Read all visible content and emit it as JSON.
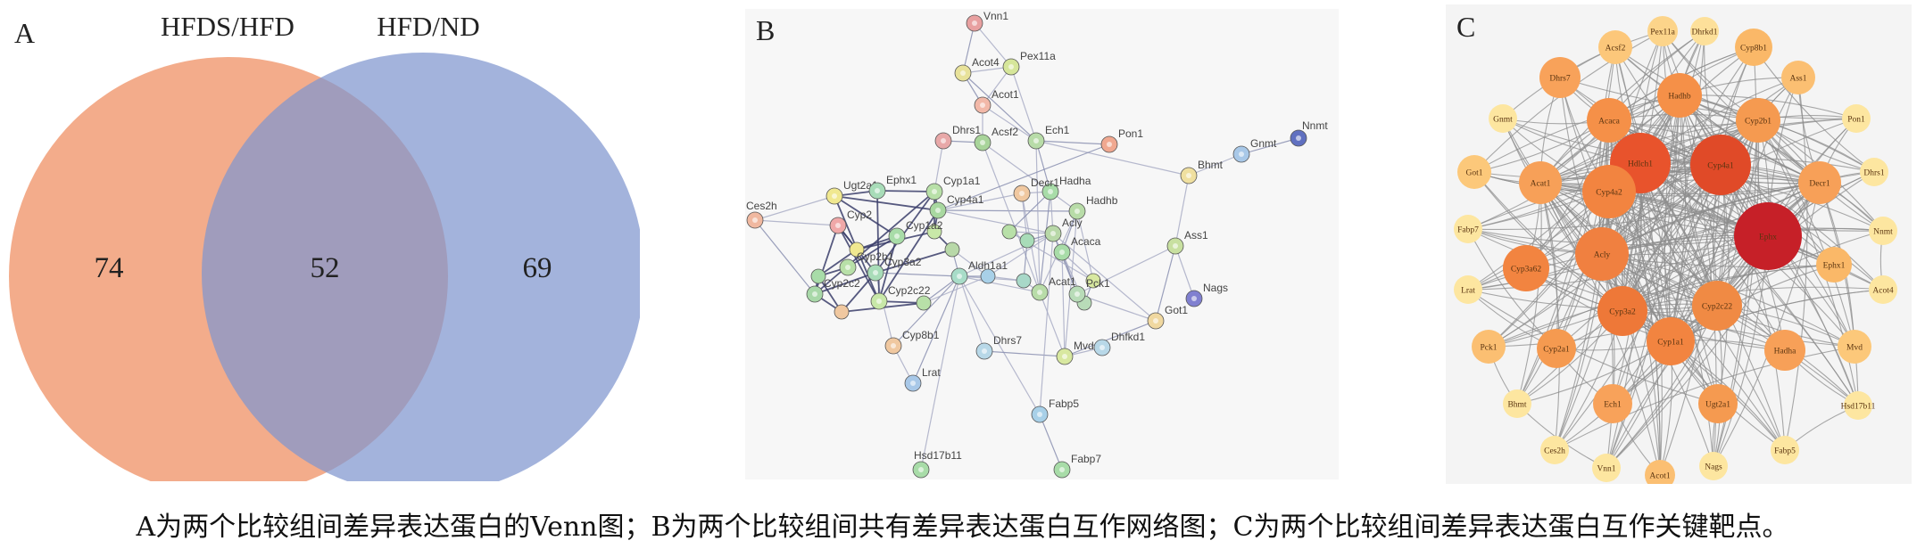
{
  "caption": "A为两个比较组间差异表达蛋白的Venn图；B为两个比较组间共有差异表达蛋白互作网络图；C为两个比较组间差异表达蛋白互作关键靶点。",
  "panel_a": {
    "letter": "A",
    "sets": [
      {
        "name": "HFDS/HFD",
        "color": "#f09a72"
      },
      {
        "name": "HFD/ND",
        "color": "#8096cf"
      }
    ],
    "counts": {
      "left_only": "74",
      "overlap": "52",
      "right_only": "69"
    }
  },
  "panel_b": {
    "letter": "B",
    "nodes": [
      {
        "id": "Vnn1",
        "color": "#e8a0a0"
      },
      {
        "id": "Acot4",
        "color": "#e8e29a"
      },
      {
        "id": "Pex11a",
        "color": "#d6e69a"
      },
      {
        "id": "Acot1",
        "color": "#f2b8a8"
      },
      {
        "id": "Nnmt",
        "color": "#6070c0"
      },
      {
        "id": "Dhrs1",
        "color": "#e8a8a8"
      },
      {
        "id": "Acsf2",
        "color": "#a8d49a"
      },
      {
        "id": "Ech1",
        "color": "#b8dca8"
      },
      {
        "id": "Pon1",
        "color": "#f0a890"
      },
      {
        "id": "Gnmt",
        "color": "#a8c8e8"
      },
      {
        "id": "Bhmt",
        "color": "#f0e0a0"
      },
      {
        "id": "Ces2h",
        "color": "#f0b8a0"
      },
      {
        "id": "Ugt2a1",
        "color": "#f0e890"
      },
      {
        "id": "Ephx1",
        "color": "#a8dcb8"
      },
      {
        "id": "Cyp1a1",
        "color": "#b8e0a8"
      },
      {
        "id": "Cyp4a1",
        "color": "#a8d8a0"
      },
      {
        "id": "Hadha",
        "color": "#a8dca8"
      },
      {
        "id": "Decr1",
        "color": "#f0c8a0"
      },
      {
        "id": "Hadhb",
        "color": "#b8dca8"
      },
      {
        "id": "Ass1",
        "color": "#c8e0a0"
      },
      {
        "id": "Cyp2",
        "color": "#f0a8a8"
      },
      {
        "id": "Acaca",
        "color": "#a8dca8"
      },
      {
        "id": "Acly",
        "color": "#b8d8a8"
      },
      {
        "id": "Aldh1a1",
        "color": "#a8dcc8"
      },
      {
        "id": "Nags",
        "color": "#8080d0"
      },
      {
        "id": "Pck1",
        "color": "#b8dcb8"
      },
      {
        "id": "Cyp2c2",
        "color": "#a8d8a8"
      },
      {
        "id": "Cyp3a2",
        "color": "#a8dcb8"
      },
      {
        "id": "Got1",
        "color": "#f0d8a0"
      },
      {
        "id": "Cyp8b1",
        "color": "#f0c8a0"
      },
      {
        "id": "Dhrs7",
        "color": "#b8d8e8"
      },
      {
        "id": "Mvd",
        "color": "#d8e8a0"
      },
      {
        "id": "Dhfkd1",
        "color": "#b8d8e8"
      },
      {
        "id": "Lrat",
        "color": "#a8c8e8"
      },
      {
        "id": "Fabp5",
        "color": "#a8d0e8"
      },
      {
        "id": "Hsd17b11",
        "color": "#a8dca8"
      },
      {
        "id": "Fabp7",
        "color": "#a8dca8"
      },
      {
        "id": "Cyp1a2",
        "color": "#a8dca8"
      },
      {
        "id": "Cyp2b1",
        "color": "#b8e0a8"
      },
      {
        "id": "Acat1",
        "color": "#b8dca8"
      },
      {
        "id": "Cyp2c22",
        "color": "#c8e8a8"
      }
    ]
  },
  "panel_c": {
    "letter": "C",
    "nodes": [
      {
        "id": "Pex11a",
        "color": "#fcd48a"
      },
      {
        "id": "Dhrkd1",
        "color": "#fde09a"
      },
      {
        "id": "Acsf2",
        "color": "#fcc77a"
      },
      {
        "id": "Cyp8b1",
        "color": "#fab868"
      },
      {
        "id": "Ass1",
        "color": "#fbbf72"
      },
      {
        "id": "Dhrs7",
        "color": "#f8a25a"
      },
      {
        "id": "Hadhb",
        "color": "#f59048"
      },
      {
        "id": "Gnmt",
        "color": "#fde6a0"
      },
      {
        "id": "Acaca",
        "color": "#f59048"
      },
      {
        "id": "Cyp2b1",
        "color": "#f59a50"
      },
      {
        "id": "Pon1",
        "color": "#fde6a0"
      },
      {
        "id": "Got1",
        "color": "#fcc87a"
      },
      {
        "id": "Hdlch1",
        "color": "#e8532c"
      },
      {
        "id": "Cyp4a1",
        "color": "#e04a28"
      },
      {
        "id": "Dhrs1",
        "color": "#fde6a0"
      },
      {
        "id": "Acat1",
        "color": "#f7a058"
      },
      {
        "id": "Cyp4a2",
        "color": "#f28440"
      },
      {
        "id": "Decr1",
        "color": "#f7a058"
      },
      {
        "id": "Fabp7",
        "color": "#fde6a0"
      },
      {
        "id": "Ephx",
        "color": "#c62028"
      },
      {
        "id": "Nnmt",
        "color": "#fde6a0"
      },
      {
        "id": "Cyp3a62",
        "color": "#f28440"
      },
      {
        "id": "Acly",
        "color": "#f08040"
      },
      {
        "id": "Ephx1",
        "color": "#fab868"
      },
      {
        "id": "Lrat",
        "color": "#fde6a0"
      },
      {
        "id": "Acot4",
        "color": "#fde6a0"
      },
      {
        "id": "Cyp3a2",
        "color": "#ee7838"
      },
      {
        "id": "Cyp2c22",
        "color": "#f08a44"
      },
      {
        "id": "Pck1",
        "color": "#fbbf72"
      },
      {
        "id": "Cyp2a1",
        "color": "#f59a50"
      },
      {
        "id": "Cyp1a1",
        "color": "#f28440"
      },
      {
        "id": "Hadha",
        "color": "#f7a058"
      },
      {
        "id": "Mvd",
        "color": "#fcc87a"
      },
      {
        "id": "Bhmt",
        "color": "#fde6a0"
      },
      {
        "id": "Ech1",
        "color": "#f8a25a"
      },
      {
        "id": "Ugt2a1",
        "color": "#f59a50"
      },
      {
        "id": "Hsd17b11",
        "color": "#fde6a0"
      },
      {
        "id": "Ces2h",
        "color": "#fde6a0"
      },
      {
        "id": "Vnn1",
        "color": "#fde6a0"
      },
      {
        "id": "Acot1",
        "color": "#fbbf72"
      },
      {
        "id": "Nags",
        "color": "#fde6a0"
      },
      {
        "id": "Fabp5",
        "color": "#fde6a0"
      }
    ]
  }
}
